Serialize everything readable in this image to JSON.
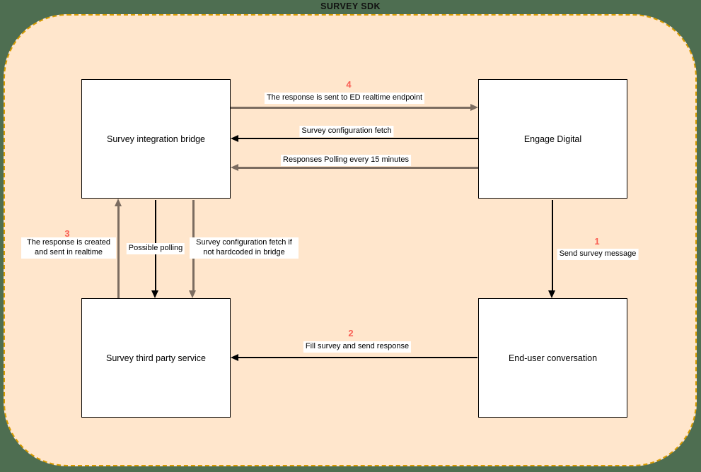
{
  "diagram": {
    "title": "SURVEY SDK",
    "nodes": {
      "bridge": {
        "label": "Survey integration bridge"
      },
      "engage_digital": {
        "label": "Engage Digital"
      },
      "third_party": {
        "label": "Survey third party service"
      },
      "end_user": {
        "label": "End-user conversation"
      }
    },
    "edges": {
      "response_to_ed": {
        "step": "4",
        "label": "The response is sent to ED realtime endpoint",
        "from": "Survey integration bridge",
        "to": "Engage Digital"
      },
      "config_fetch": {
        "label": "Survey configuration fetch",
        "from": "Engage Digital",
        "to": "Survey integration bridge"
      },
      "responses_polling": {
        "label": "Responses Polling every 15 minutes",
        "from": "Engage Digital",
        "to": "Survey integration bridge"
      },
      "send_survey": {
        "step": "1",
        "label": "Send survey message",
        "from": "Engage Digital",
        "to": "End-user conversation"
      },
      "fill_survey": {
        "step": "2",
        "label": "Fill survey and send response",
        "from": "End-user conversation",
        "to": "Survey third party service"
      },
      "response_created": {
        "step": "3",
        "label": "The response is created and sent in realtime",
        "from": "Survey third party service",
        "to": "Survey integration bridge"
      },
      "possible_polling": {
        "label": "Possible polling",
        "from": "Survey integration bridge",
        "to": "Survey third party service"
      },
      "config_fetch_bridge": {
        "label": "Survey configuration fetch if not hardcoded in bridge",
        "from": "Survey integration bridge",
        "to": "Survey third party service"
      }
    },
    "colors": {
      "page_background": "#4e6e51",
      "container_fill": "#ffe6cc",
      "container_border": "#d79b00",
      "node_fill": "#ffffff",
      "node_border": "#000000",
      "arrow_black": "#000000",
      "arrow_gray": "#7b6c60",
      "step_number": "#f95f55",
      "label_background": "#ffffff"
    }
  }
}
